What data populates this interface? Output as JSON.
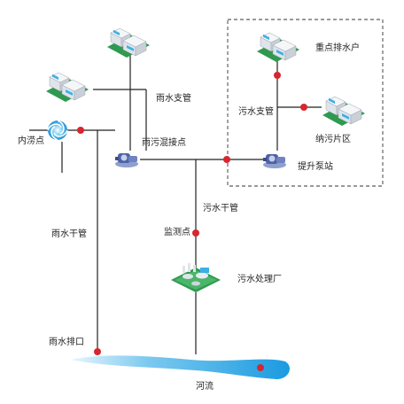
{
  "labels": {
    "key_discharger": "重点排水户",
    "sewage_branch": "污水支管",
    "sewage_area": "纳污片区",
    "lift_station": "提升泵站",
    "rain_branch": "雨水支管",
    "waterlogging_point": "内涝点",
    "mixed_connection": "雨污混接点",
    "sewage_main": "污水干管",
    "monitoring_point": "监测点",
    "rain_main": "雨水干管",
    "treatment_plant": "污水处理厂",
    "rain_outfall": "雨水排口",
    "river": "河流"
  },
  "colors": {
    "pipe": "#222222",
    "monitor_dot": "#d7262f",
    "river_light": "#bfe5f7",
    "river_dark": "#1a9be0",
    "building_roof": "#e9edf2",
    "building_accent": "#3bb0e8",
    "building_base": "#2f9a4f",
    "pump_blue": "#5b6fb0",
    "dashed_box": "#333333"
  },
  "icons": {
    "building": "residential-building-icon",
    "pump": "pump-station-icon",
    "whirlpool": "whirlpool-icon",
    "plant": "treatment-plant-icon"
  }
}
